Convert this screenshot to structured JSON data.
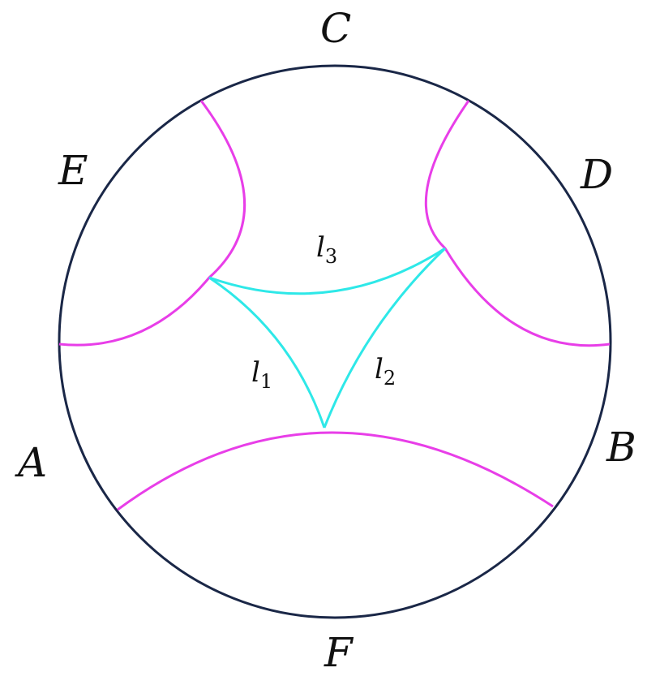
{
  "colors": {
    "boundary": "#1a2747",
    "outer_geodesics": "#e83ee8",
    "triangle": "#2ee8e8",
    "text": "#111111"
  },
  "points": {
    "A": "A",
    "B": "B",
    "C": "C",
    "D": "D",
    "E": "E",
    "F": "F"
  },
  "geodesics": {
    "l1": {
      "base": "l",
      "sub": "1"
    },
    "l2": {
      "base": "l",
      "sub": "2"
    },
    "l3": {
      "base": "l",
      "sub": "3"
    }
  }
}
